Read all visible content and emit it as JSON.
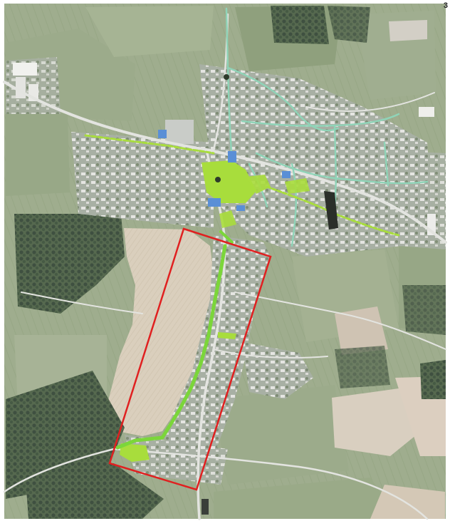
{
  "page": {
    "number": "3"
  },
  "colors": {
    "highlight_frame": "#e02020",
    "green_path": "#7bd63a",
    "green_area": "#a8dd3c",
    "footpath": "#8fd4b8",
    "car_park": "#5a8fd6",
    "built_up": "#b9bfb6",
    "field_light": "#d8cfbe",
    "meadow": "#9fae90",
    "forest": "#4d5f4a",
    "road": "#dfe1dd"
  },
  "map": {
    "type": "aerial-site-plan",
    "layers": [
      "aerial-imagery",
      "built-up-area",
      "road-network",
      "footpath-network",
      "planned-green-corridor",
      "green-spaces",
      "car-parks",
      "study-area-frame"
    ]
  }
}
